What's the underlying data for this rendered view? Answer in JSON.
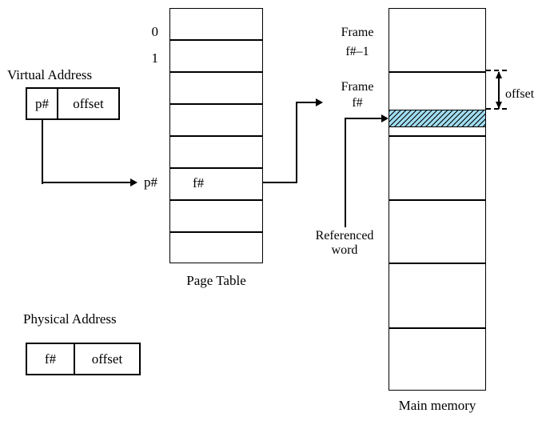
{
  "virtual_address": {
    "title": "Virtual Address",
    "page_number": "p#",
    "offset": "offset"
  },
  "page_table": {
    "caption": "Page Table",
    "index_label_0": "0",
    "index_label_1": "1",
    "lookup_label": "p#",
    "entry_value": "f#"
  },
  "main_memory": {
    "caption": "Main memory",
    "frame_prev_line1": "Frame",
    "frame_prev_line2": "f#–1",
    "frame_target_line1": "Frame",
    "frame_target_line2": "f#",
    "offset_label": "offset",
    "referenced_line1": "Referenced",
    "referenced_line2": "word"
  },
  "physical_address": {
    "title": "Physical Address",
    "frame_number": "f#",
    "offset": "offset"
  },
  "colors": {
    "stroke": "#000000",
    "hatch_fill": "#a0dcf0"
  }
}
